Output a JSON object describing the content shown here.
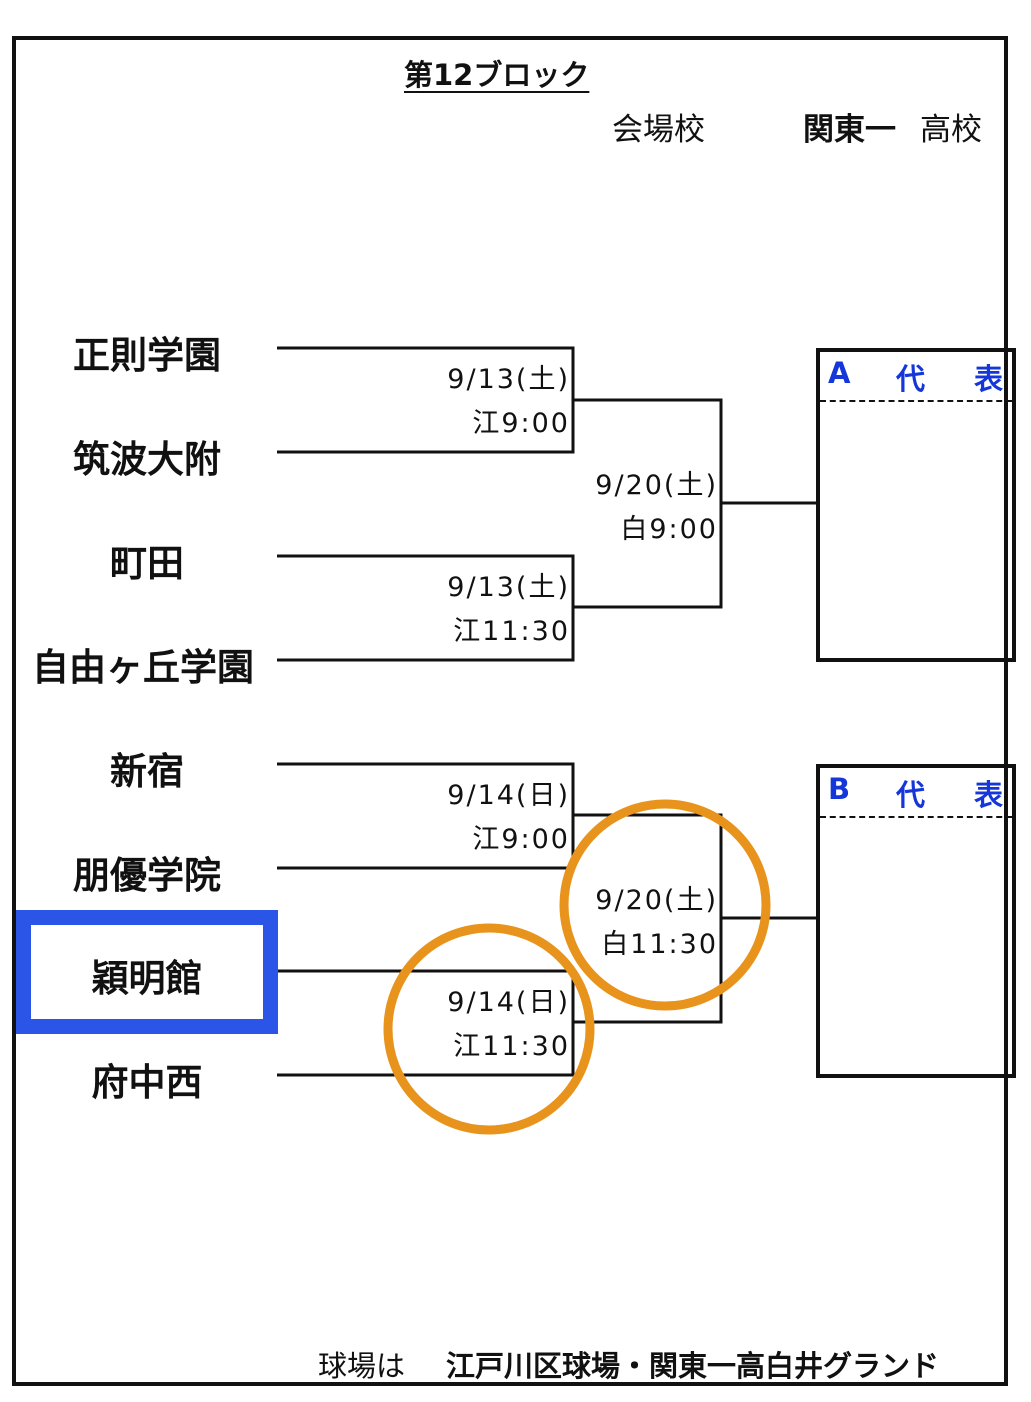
{
  "title": "第12ブロック",
  "venue": {
    "label": "会場校",
    "school": "関東一",
    "suffix": "高校"
  },
  "teams": [
    "正則学園",
    "筑波大附",
    "町田",
    "自由ヶ丘学園",
    "新宿",
    "朋優学院",
    "穎明館",
    "府中西"
  ],
  "highlighted_team": "穎明館",
  "first_round": [
    {
      "date": "9/13(土)",
      "time": "江9:00"
    },
    {
      "date": "9/13(土)",
      "time": "江11:30"
    },
    {
      "date": "9/14(日)",
      "time": "江9:00"
    },
    {
      "date": "9/14(日)",
      "time": "江11:30"
    }
  ],
  "second_round": [
    {
      "date": "9/20(土)",
      "time": "白9:00"
    },
    {
      "date": "9/20(土)",
      "time": "白11:30"
    }
  ],
  "representatives": [
    {
      "letter": "A",
      "word1": "代",
      "word2": "表"
    },
    {
      "letter": "B",
      "word1": "代",
      "word2": "表"
    }
  ],
  "footer": {
    "label": "球場は",
    "value": "江戸川区球場・関東一高白井グランド"
  },
  "colors": {
    "highlight_box": "#2b55e6",
    "circle": "#e8931c",
    "rep_label": "#1536d8",
    "line": "#111111"
  }
}
